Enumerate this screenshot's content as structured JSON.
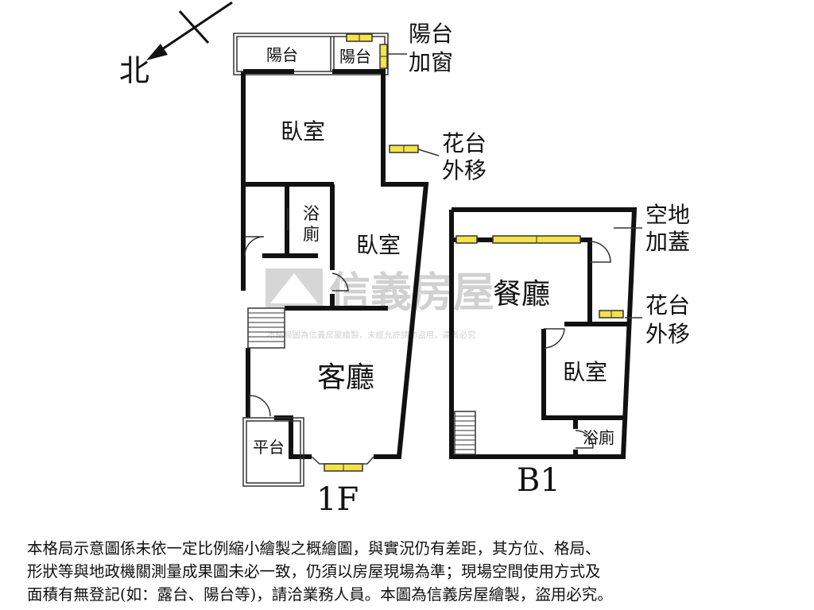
{
  "compass": {
    "north_label": "北"
  },
  "floor_1f": {
    "label": "1F",
    "rooms": {
      "balcony_left": "陽台",
      "balcony_right": "陽台",
      "bedroom_top": "臥室",
      "bath": "浴廁",
      "bedroom_mid": "臥室",
      "living": "客廳",
      "platform": "平台"
    },
    "notes": {
      "balcony_window": [
        "陽台",
        "加窗"
      ],
      "planter_moved": [
        "花台",
        "外移"
      ]
    }
  },
  "floor_b1": {
    "label": "B1",
    "rooms": {
      "dining": "餐廳",
      "bedroom": "臥室",
      "bath": "浴廁"
    },
    "notes": {
      "vacant_land_roofed": [
        "空地",
        "加蓋"
      ],
      "planter_moved": [
        "花台",
        "外移"
      ]
    }
  },
  "watermark": {
    "brand": "信義房屋",
    "notice": "本格局圖為信義房屋繪製，未經允許請勿盜用，違者必究"
  },
  "disclaimer": [
    "本格局示意圖係未依一定比例縮小繪製之概繪圖，與實況仍有差距，其方位、格局、",
    "形狀等與地政機關測量成果圖未必一致，仍須以房屋現場為準；現場空間使用方式及",
    "面積有無登記(如：露台、陽台等)，請洽業務人員。本圖為信義房屋繪製，盜用必究。"
  ]
}
